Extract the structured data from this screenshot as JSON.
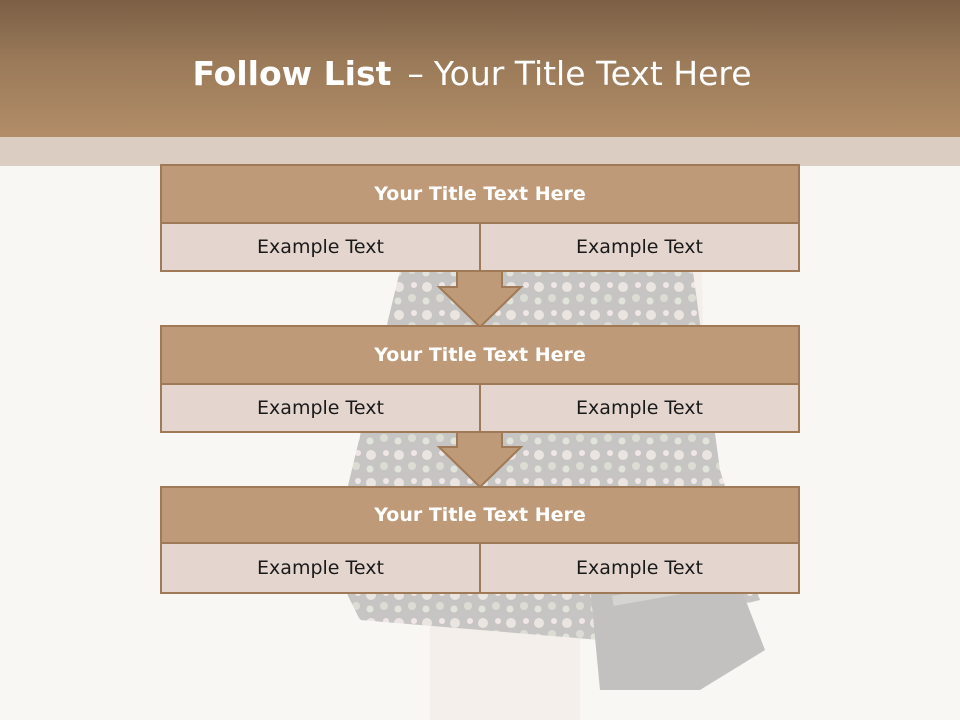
{
  "slide": {
    "title_bold": "Follow List",
    "title_sep": "–",
    "title_rest": "Your Title Text Here"
  },
  "blocks": [
    {
      "title": "Your Title Text Here",
      "left": "Example Text",
      "right": "Example Text"
    },
    {
      "title": "Your Title Text Here",
      "left": "Example Text",
      "right": "Example Text"
    },
    {
      "title": "Your Title Text Here",
      "left": "Example Text",
      "right": "Example Text"
    }
  ],
  "colors": {
    "header_top": "#7b5f45",
    "header_bottom": "#b38d68",
    "block_title_fill": "#bf9a78",
    "block_cell_fill": "#e4d6ce",
    "border": "#a07a56"
  }
}
